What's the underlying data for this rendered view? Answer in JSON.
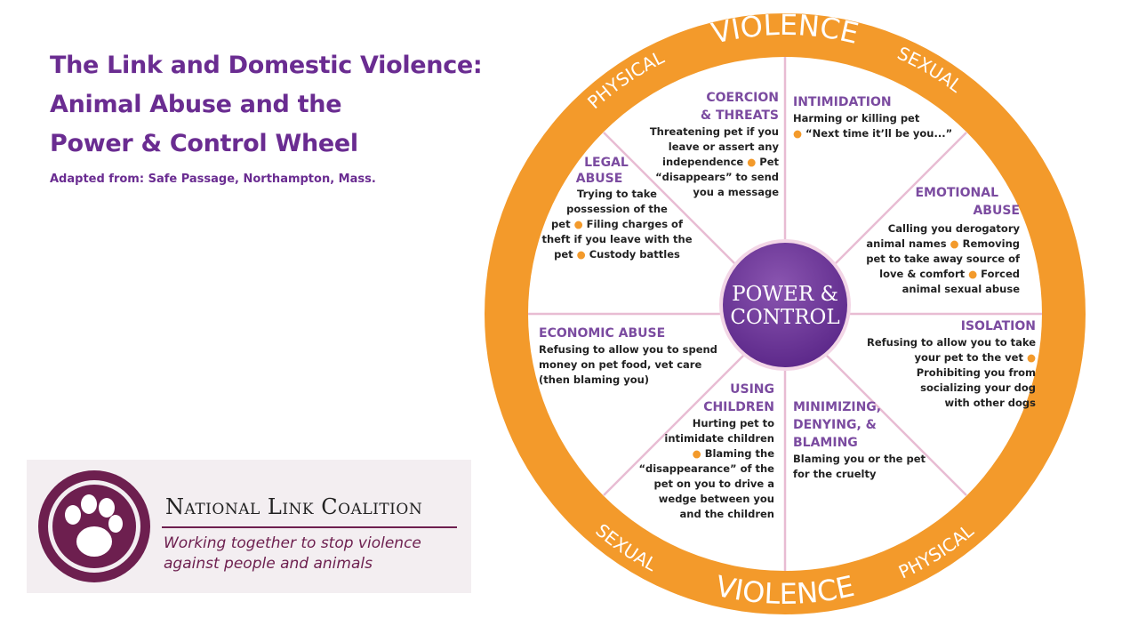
{
  "title": [
    "The Link and Domestic Violence:",
    "Animal Abuse and the",
    "Power & Control Wheel"
  ],
  "adapted": "Adapted from: Safe Passage, Northampton, Mass.",
  "ring": {
    "top_main": "VIOLENCE",
    "top_left": "PHYSICAL",
    "top_right": "SEXUAL",
    "bottom_main": "VIOLENCE",
    "bottom_left": "SEXUAL",
    "bottom_right": "PHYSICAL"
  },
  "center": [
    "POWER &",
    "CONTROL"
  ],
  "colors": {
    "orange": "#f39a2b",
    "purple": "#6a2c91",
    "spoke": "#e8bcd3"
  },
  "sections": {
    "coercion": {
      "h1": "COERCION",
      "h2": "& THREATS",
      "l": [
        "Threatening pet if you",
        "leave or assert any",
        "independence ● Pet",
        "“disappears” to send",
        "you a message"
      ]
    },
    "intimidation": {
      "h1": "INTIMIDATION",
      "l": [
        "Harming or killing pet",
        "● “Next time it’ll be you...”"
      ]
    },
    "legal": {
      "h1": "LEGAL",
      "h2": "ABUSE",
      "l": [
        "Trying to take",
        "possession of the",
        "pet ● Filing charges of",
        "theft if you leave with the",
        "pet ● Custody battles"
      ]
    },
    "emotional": {
      "h1": "EMOTIONAL",
      "h2": "ABUSE",
      "l": [
        "Calling you derogatory",
        "animal names ● Removing",
        "pet to take away source of",
        "love & comfort ● Forced",
        "animal sexual abuse"
      ]
    },
    "economic": {
      "h1": "ECONOMIC ABUSE",
      "l": [
        "Refusing to allow you to spend",
        "money on pet food, vet care",
        "(then blaming you)"
      ]
    },
    "isolation": {
      "h1": "ISOLATION",
      "l": [
        "Refusing to allow you to take",
        "your pet to the vet ●",
        "Prohibiting  you from",
        "socializing your dog",
        "with other dogs"
      ]
    },
    "children": {
      "h1": "USING",
      "h2": "CHILDREN",
      "l": [
        "Hurting pet to",
        "intimidate children",
        "● Blaming the",
        "“disappearance” of the",
        "pet on you to drive a",
        "wedge between you",
        "and the children"
      ]
    },
    "minimizing": {
      "h1": "MINIMIZING,",
      "h2": "DENYING, &",
      "h3": "BLAMING",
      "l": [
        "Blaming you or the pet",
        "for the cruelty"
      ]
    }
  },
  "logo": {
    "name": "National Link Coalition",
    "tag": [
      "Working together to stop violence",
      "against people and animals"
    ]
  }
}
